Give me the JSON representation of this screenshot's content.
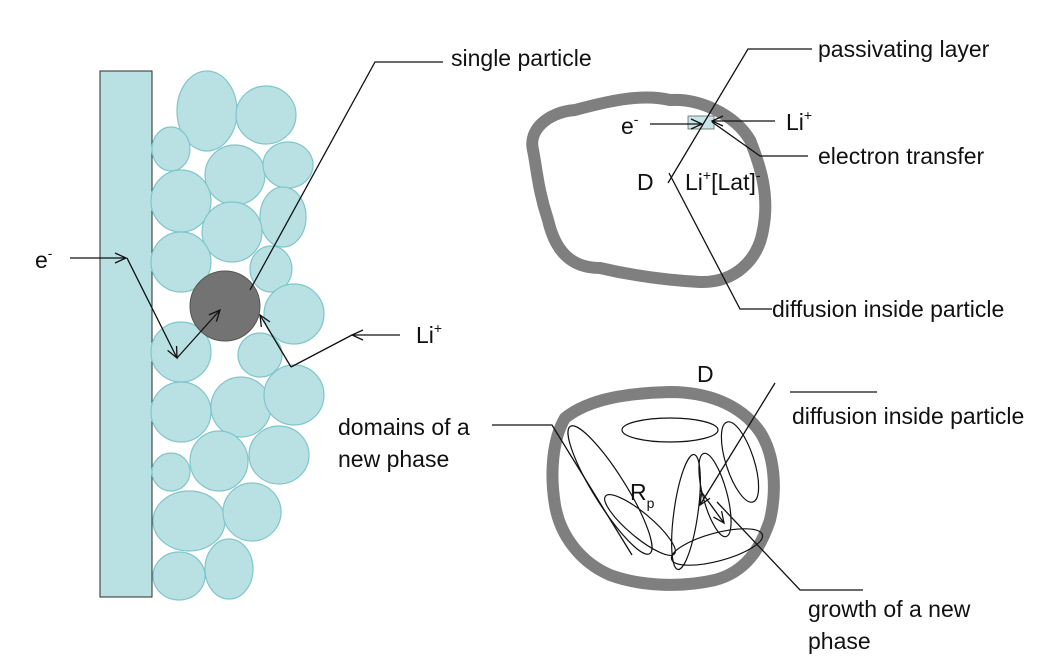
{
  "colors": {
    "particle_fill": "#b9e1e4",
    "particle_stroke": "#7fc6cb",
    "active_particle": "#737373",
    "passivating_layer": "#7f7f7f",
    "line": "#111111"
  },
  "labels": {
    "single_particle": "single particle",
    "electron_left": "e",
    "electron_left_sup": "-",
    "li_left": "Li",
    "li_left_sup": "+",
    "passivating_layer": "passivating layer",
    "electron_top": "e",
    "electron_top_sup": "-",
    "li_top": "Li",
    "li_top_sup": "+",
    "electron_transfer": "electron transfer",
    "d_top": "D",
    "lat_li": "Li",
    "lat_li_sup": "+",
    "lat_body": "[Lat]",
    "lat_sup": "-",
    "diffusion_top": "diffusion inside particle",
    "d_bottom": "D",
    "diffusion_bottom": "diffusion inside particle",
    "domains_line1": "domains of a",
    "domains_line2": "new phase",
    "rp": "R",
    "rp_sub": "p",
    "growth_line1": "growth of a new",
    "growth_line2": "phase"
  },
  "icons": {
    "arrowhead": "open-arrowhead"
  }
}
